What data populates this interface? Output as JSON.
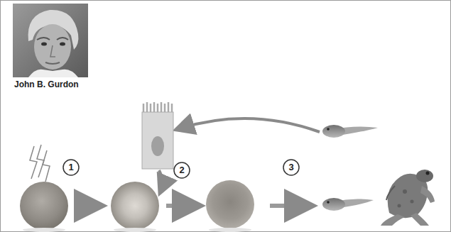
{
  "diagram": {
    "labels": [
      "John B. Gurdon",
      "1",
      "2",
      "3"
    ]
  }
}
